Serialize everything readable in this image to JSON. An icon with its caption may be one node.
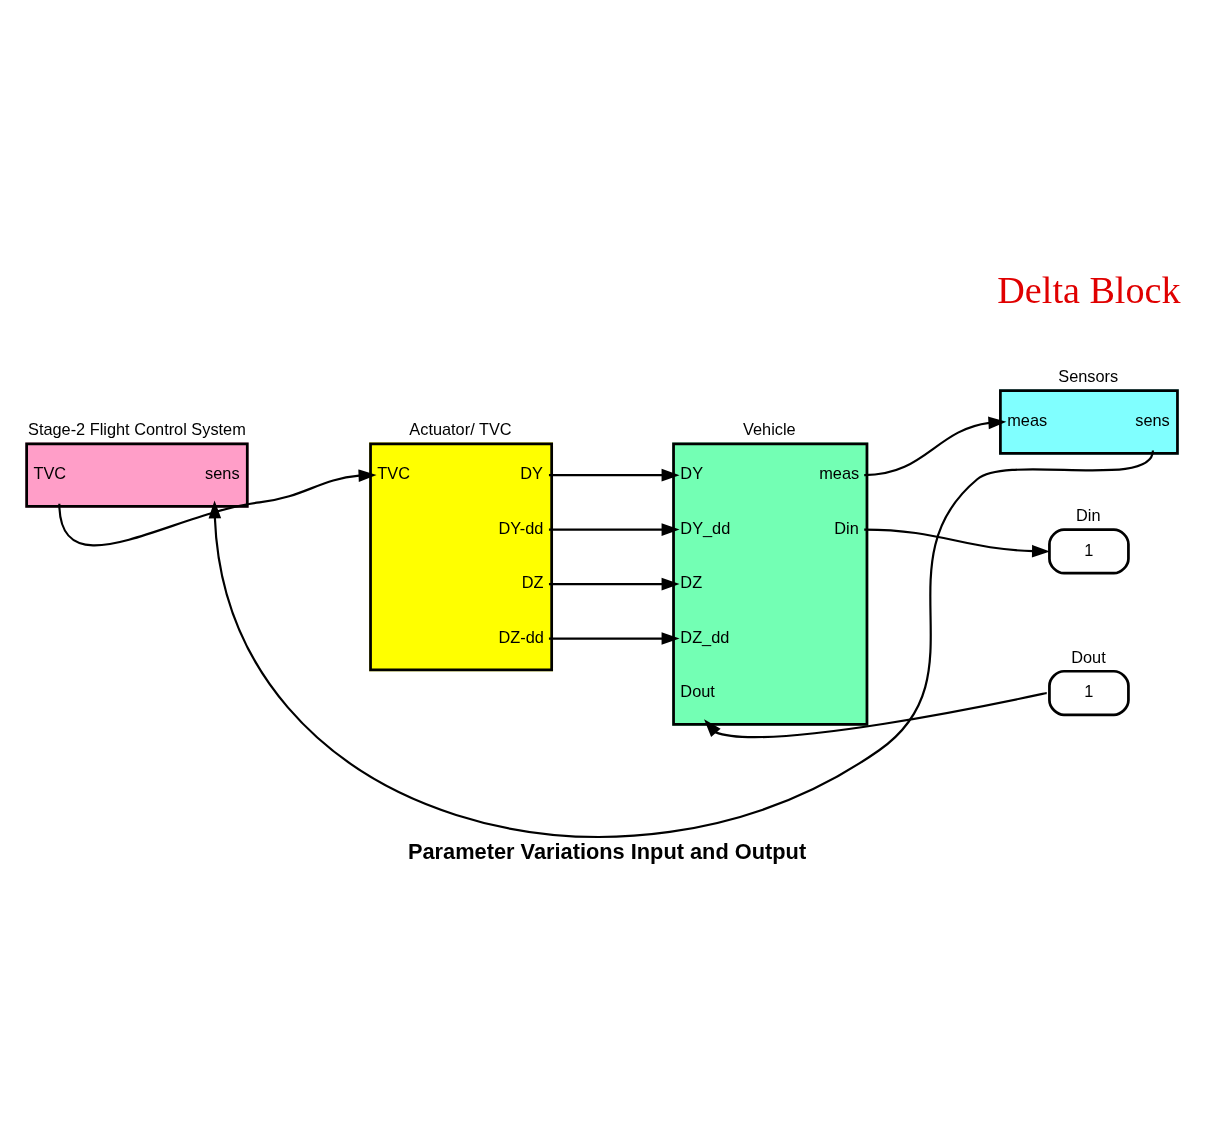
{
  "diagram": {
    "caption": "Parameter Variations Input and Output",
    "nodes": [
      {
        "text": [
          "Stage-2 Flight Control System",
          "TVC",
          "sens"
        ]
      },
      {
        "text": [
          "Actuator/ TVC",
          "TVC",
          "DY",
          "DY-dd",
          "DZ",
          "DZ-dd"
        ]
      },
      {
        "text": [
          "Vehicle",
          "DY",
          "DY_dd",
          "DZ",
          "DZ_dd",
          "Dout",
          "meas",
          "Din"
        ]
      },
      {
        "text": [
          "Sensors",
          "meas",
          "sens"
        ]
      },
      {
        "text": [
          "Dout",
          "1"
        ]
      },
      {
        "text": [
          "Din",
          "1"
        ]
      }
    ],
    "edges": [
      {
        "from": 0,
        "to": 1,
        "arrow": "to"
      },
      {
        "from": 1,
        "to": 2,
        "arrow": "to"
      },
      {
        "from": 1,
        "to": 2,
        "arrow": "to"
      },
      {
        "from": 1,
        "to": 2,
        "arrow": "to"
      },
      {
        "from": 1,
        "to": 2,
        "arrow": "to"
      },
      {
        "from": 2,
        "to": 3,
        "arrow": "to"
      },
      {
        "from": 3,
        "to": 0,
        "arrow": "to"
      },
      {
        "from": 2,
        "to": 5,
        "arrow": "to"
      },
      {
        "from": 4,
        "to": 2,
        "arrow": "to"
      }
    ],
    "labels": [
      "Delta Block"
    ]
  }
}
